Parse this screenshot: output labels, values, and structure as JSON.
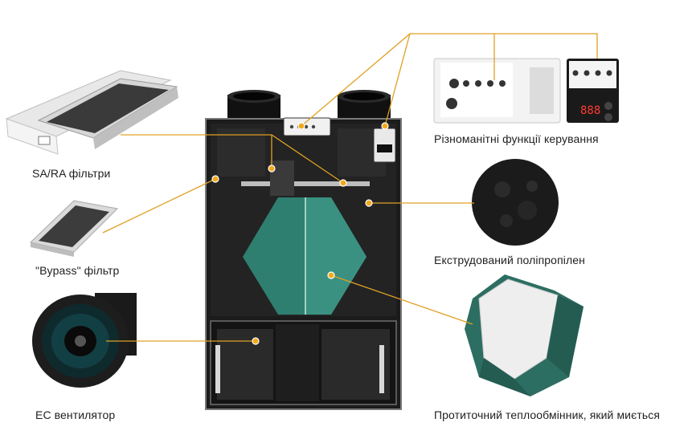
{
  "labels": {
    "sa_ra_filters": "SA/RA фільтри",
    "bypass_filter": "\"Bypass\" фільтр",
    "ec_fan": "EC вентилятор",
    "control_functions": "Різноманітні функції керування",
    "extruded_polypropylene": "Екструдований поліпропілен",
    "heat_exchanger": "Протиточний теплообмінник, який миється"
  },
  "control_panel": {
    "display_digits": "888"
  },
  "colors": {
    "accent_line": "#e0a024",
    "heat_exchanger": "#2e7d6e",
    "unit_body": "#1b1b1b"
  }
}
